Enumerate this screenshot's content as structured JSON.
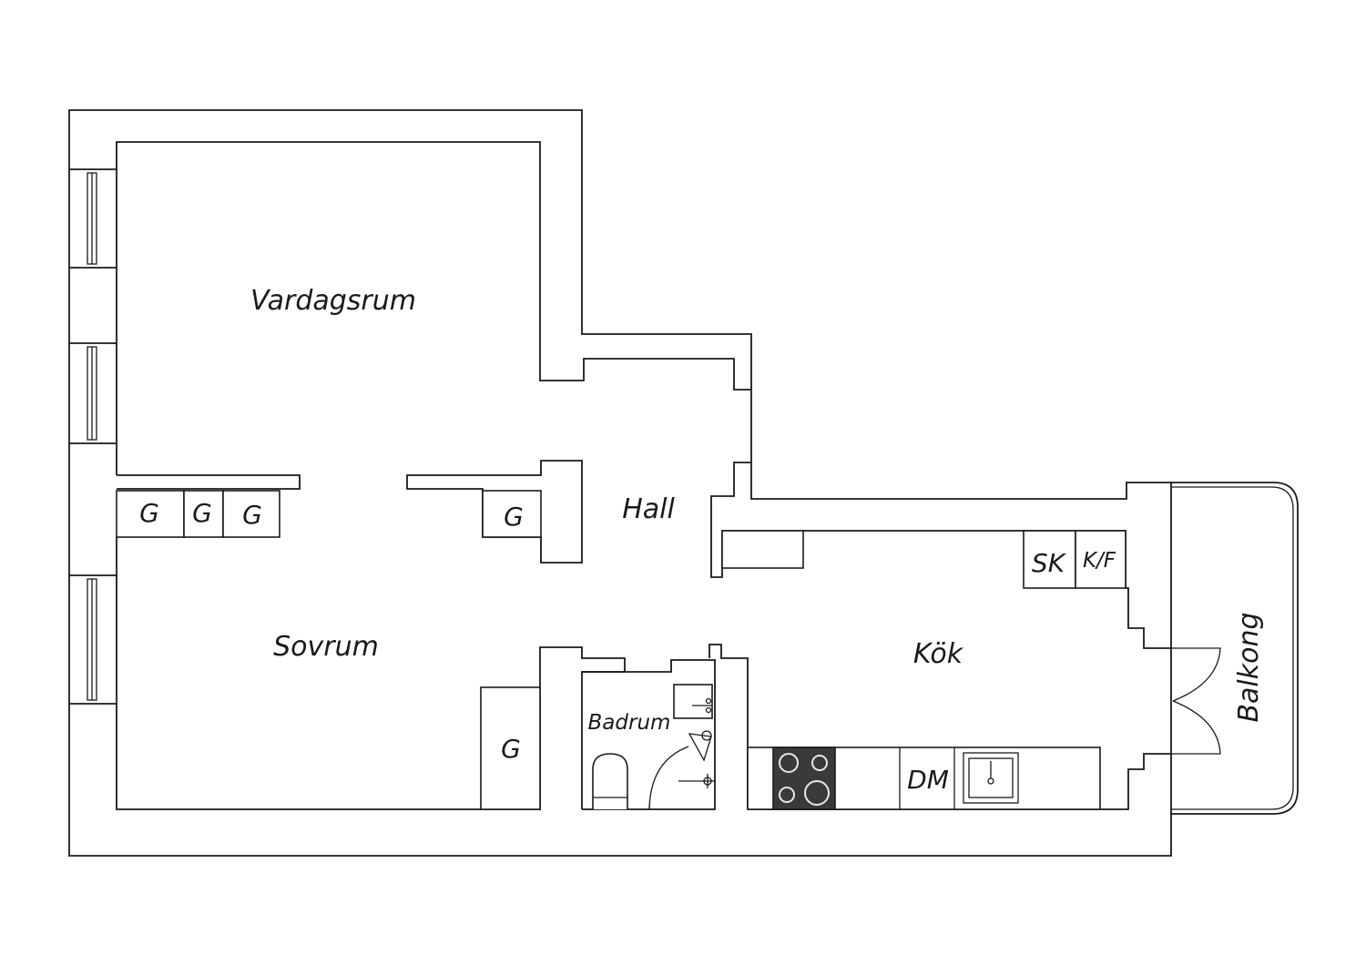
{
  "rooms": {
    "vardagsrum": "Vardagsrum",
    "hall": "Hall",
    "sovrum": "Sovrum",
    "kok": "Kök",
    "badrum": "Badrum",
    "balkong": "Balkong"
  },
  "fixtures": {
    "wardrobe": "G",
    "refrigerator": "SK",
    "fridge_freezer": "K/F",
    "dishwasher": "DM"
  },
  "icons": [
    "window-icon",
    "door-swing-icon",
    "toilet-icon",
    "sink-icon",
    "shower-icon",
    "stove-icon",
    "kitchen-sink-icon"
  ]
}
